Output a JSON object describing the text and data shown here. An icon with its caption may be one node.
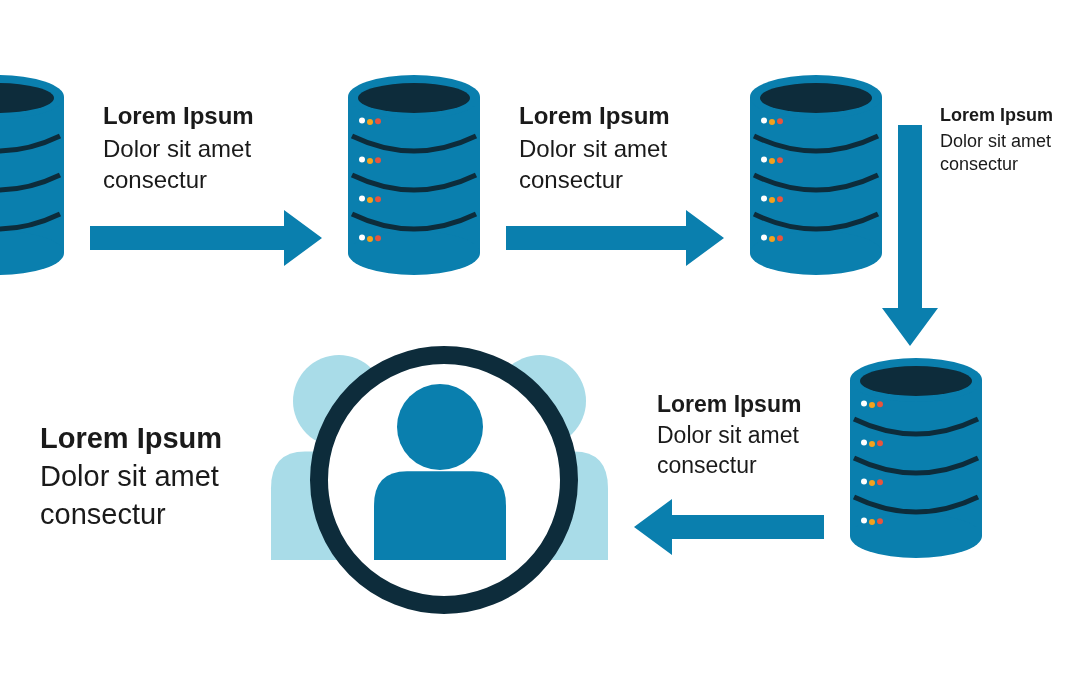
{
  "diagram": {
    "nodes": [
      {
        "text": [],
        "shape": "cylinder"
      },
      {
        "text": [],
        "shape": "cylinder"
      },
      {
        "text": [],
        "shape": "cylinder"
      },
      {
        "text": [],
        "shape": "cylinder"
      },
      {
        "text": [],
        "shape": "person",
        "beside": [
          "Lorem Ipsum",
          "Dolor sit amet consectur"
        ]
      }
    ],
    "edges": [
      {
        "from": 0,
        "to": 1,
        "arrow": "to"
      },
      {
        "from": 1,
        "to": 2,
        "arrow": "to"
      },
      {
        "from": 2,
        "to": 3,
        "arrow": "to"
      },
      {
        "from": 3,
        "to": 4,
        "arrow": "to"
      }
    ],
    "labels": [
      "Lorem Ipsum",
      "Dolor sit amet consectur",
      "Lorem Ipsum",
      "Dolor sit amet consectur",
      "Lorem Ipsum",
      "Dolor sit amet consectur",
      "Lorem Ipsum",
      "Dolor sit amet consectur"
    ]
  }
}
